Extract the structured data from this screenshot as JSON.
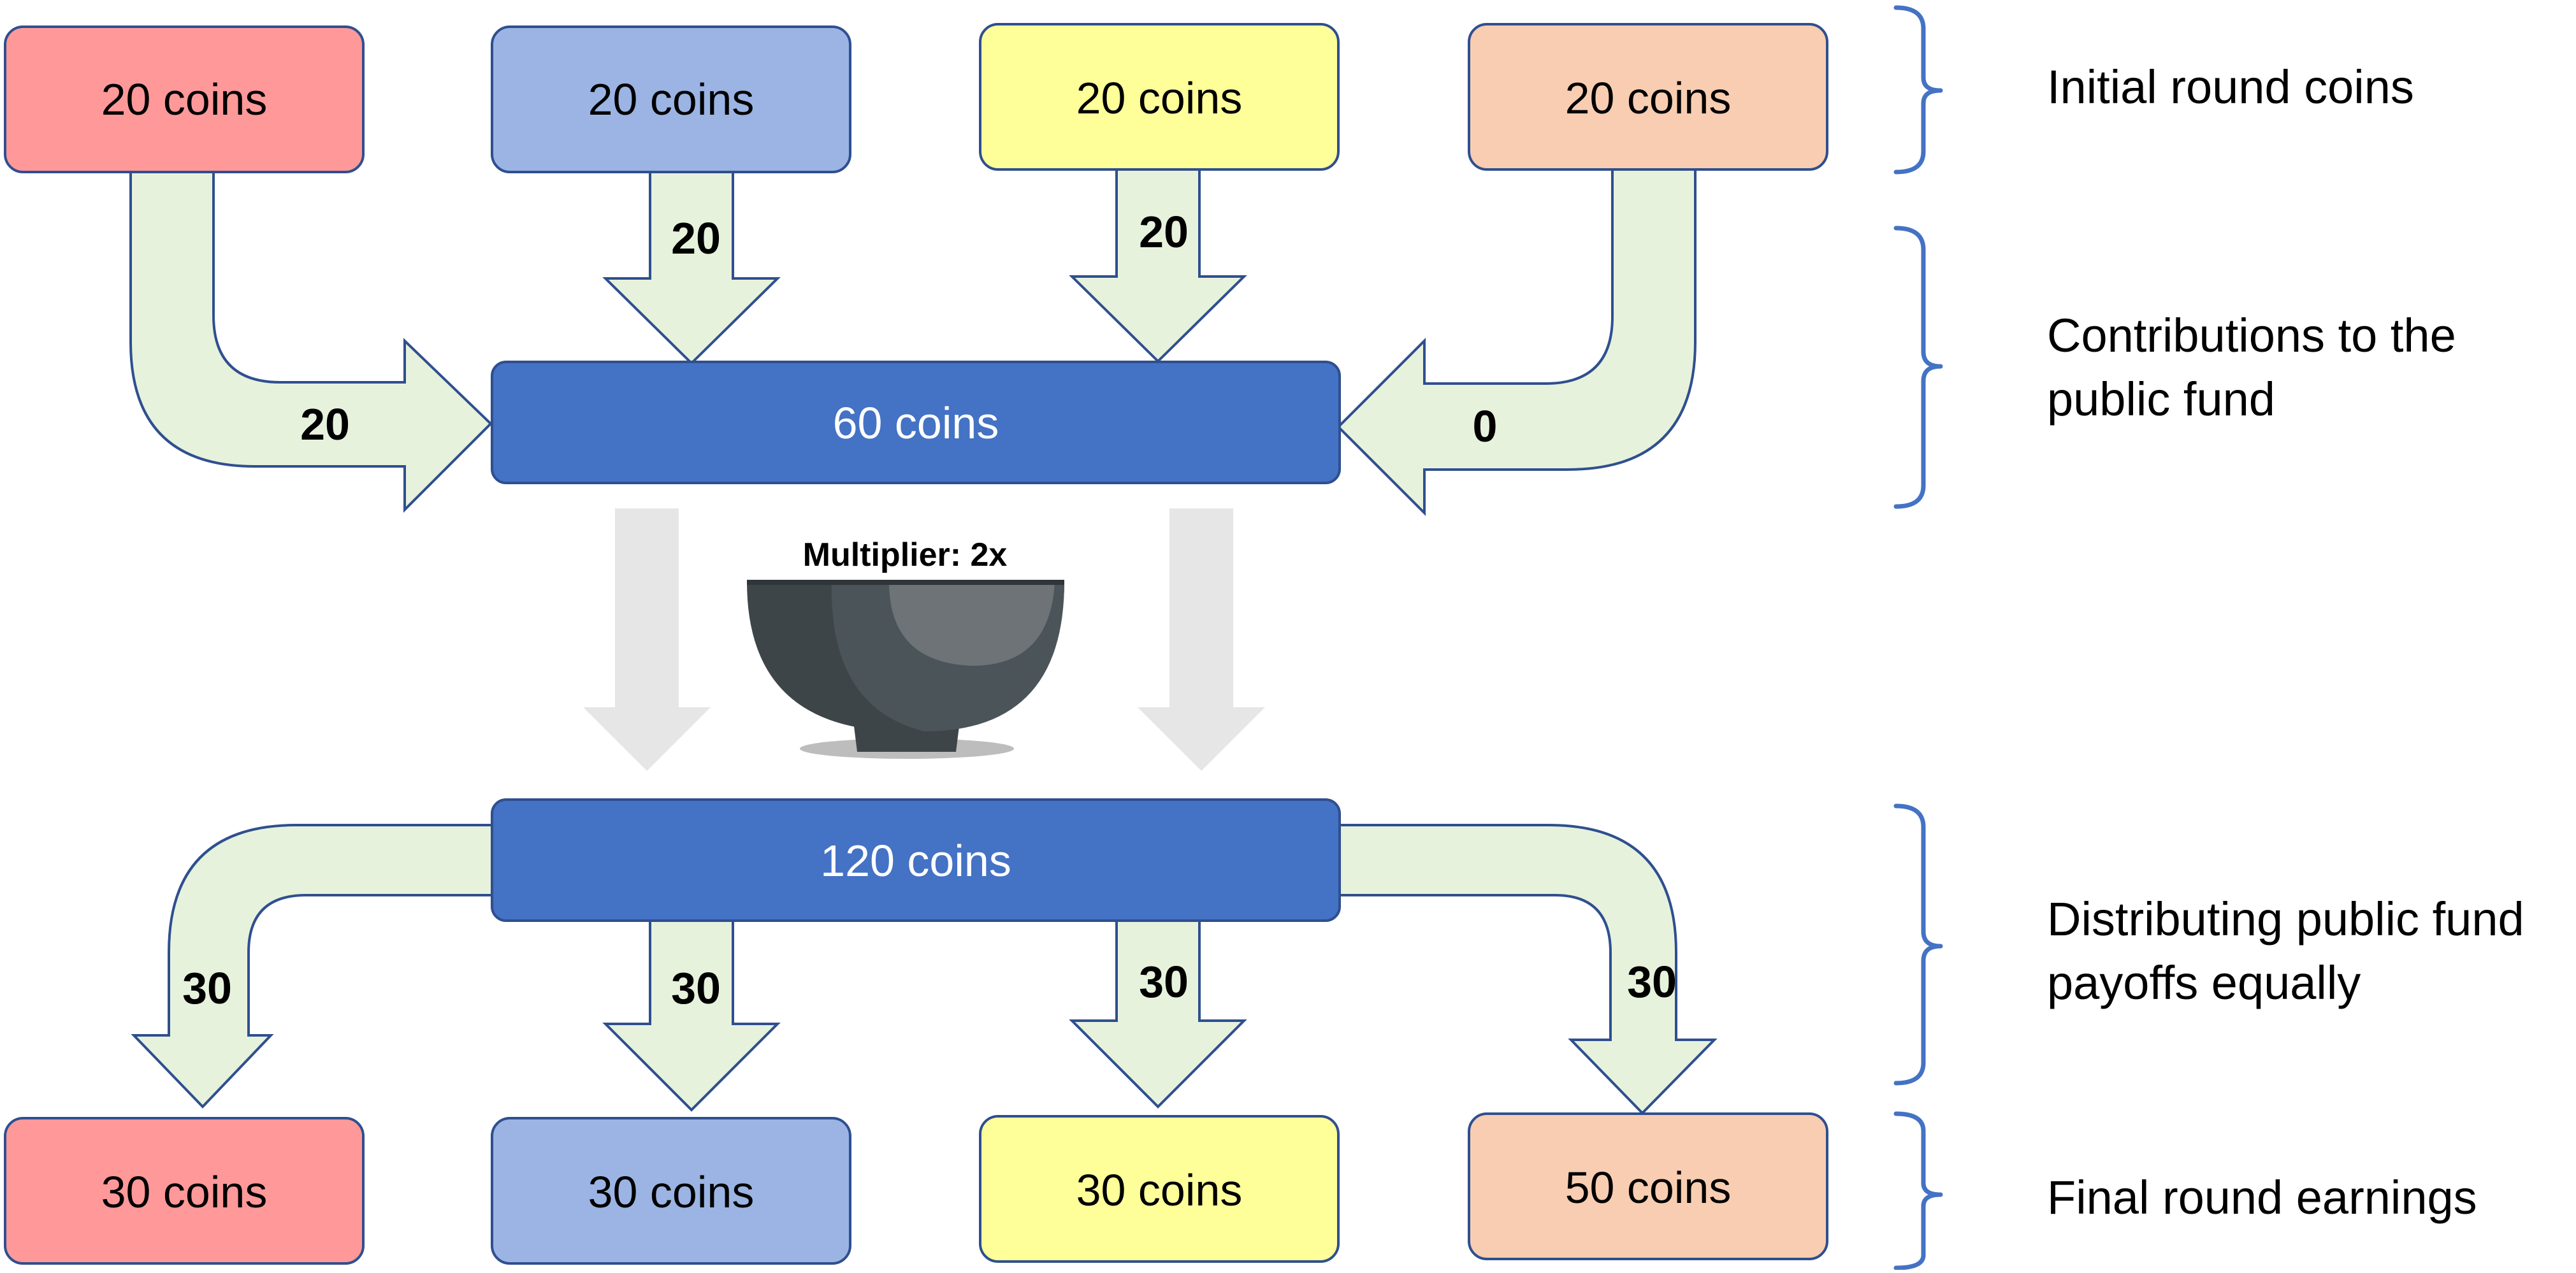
{
  "colors": {
    "player1": "#FF9999",
    "player2": "#9BB4E3",
    "player3": "#FFFF99",
    "player4": "#F8CDB1",
    "fund": "#4472C4",
    "box_stroke": "#2F4F8F",
    "arrow_fill": "#E6F2DC",
    "arrow_stroke": "#2F4F8F",
    "gray_arrow": "#E6E6E6",
    "bracket": "#4472C4"
  },
  "initial": {
    "p1": "20 coins",
    "p2": "20 coins",
    "p3": "20 coins",
    "p4": "20 coins"
  },
  "contributions": {
    "p1": "20",
    "p2": "20",
    "p3": "20",
    "p4": "0"
  },
  "fund": {
    "before": "60 coins",
    "multiplier": "Multiplier: 2x",
    "after": "120 coins"
  },
  "distribution": {
    "p1": "30",
    "p2": "30",
    "p3": "30",
    "p4": "30"
  },
  "final": {
    "p1": "30 coins",
    "p2": "30 coins",
    "p3": "30 coins",
    "p4": "50 coins"
  },
  "stages": {
    "initial": "Initial round coins",
    "contrib_line1": "Contributions to the",
    "contrib_line2": "public fund",
    "dist_line1": "Distributing public fund",
    "dist_line2": "payoffs equally",
    "final": "Final round earnings"
  },
  "icons": {
    "pot": "bowl-icon"
  }
}
